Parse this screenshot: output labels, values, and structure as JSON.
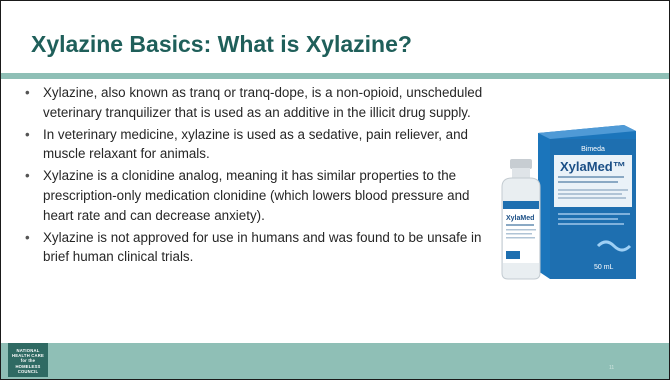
{
  "slide": {
    "title": "Xylazine Basics: What is Xylazine?",
    "bullets": [
      "Xylazine, also known as tranq or tranq-dope, is a non-opioid, unscheduled veterinary tranquilizer that is used as an additive in the illicit drug supply.",
      "In veterinary medicine, xylazine is used as a sedative, pain reliever, and muscle relaxant for animals.",
      "Xylazine is a clonidine analog, meaning it has similar properties to the prescription-only medication clonidine (which lowers blood pressure and heart rate and can decrease anxiety).",
      "Xylazine is not approved for use in humans and was found to be unsafe in brief human clinical trials."
    ],
    "page_number": "11"
  },
  "product": {
    "brand": "Bimeda",
    "name": "XylaMed™",
    "bottle_label": "XylaMed",
    "volume": "50 mL"
  },
  "footer": {
    "logo_lines": [
      "NATIONAL",
      "HEALTH CARE",
      "for the",
      "HOMELESS",
      "COUNCIL"
    ]
  },
  "colors": {
    "title": "#1f5f5a",
    "accent": "#8fbfb6",
    "logo_bg": "#2f6a63",
    "box_blue": "#1b75bb"
  }
}
